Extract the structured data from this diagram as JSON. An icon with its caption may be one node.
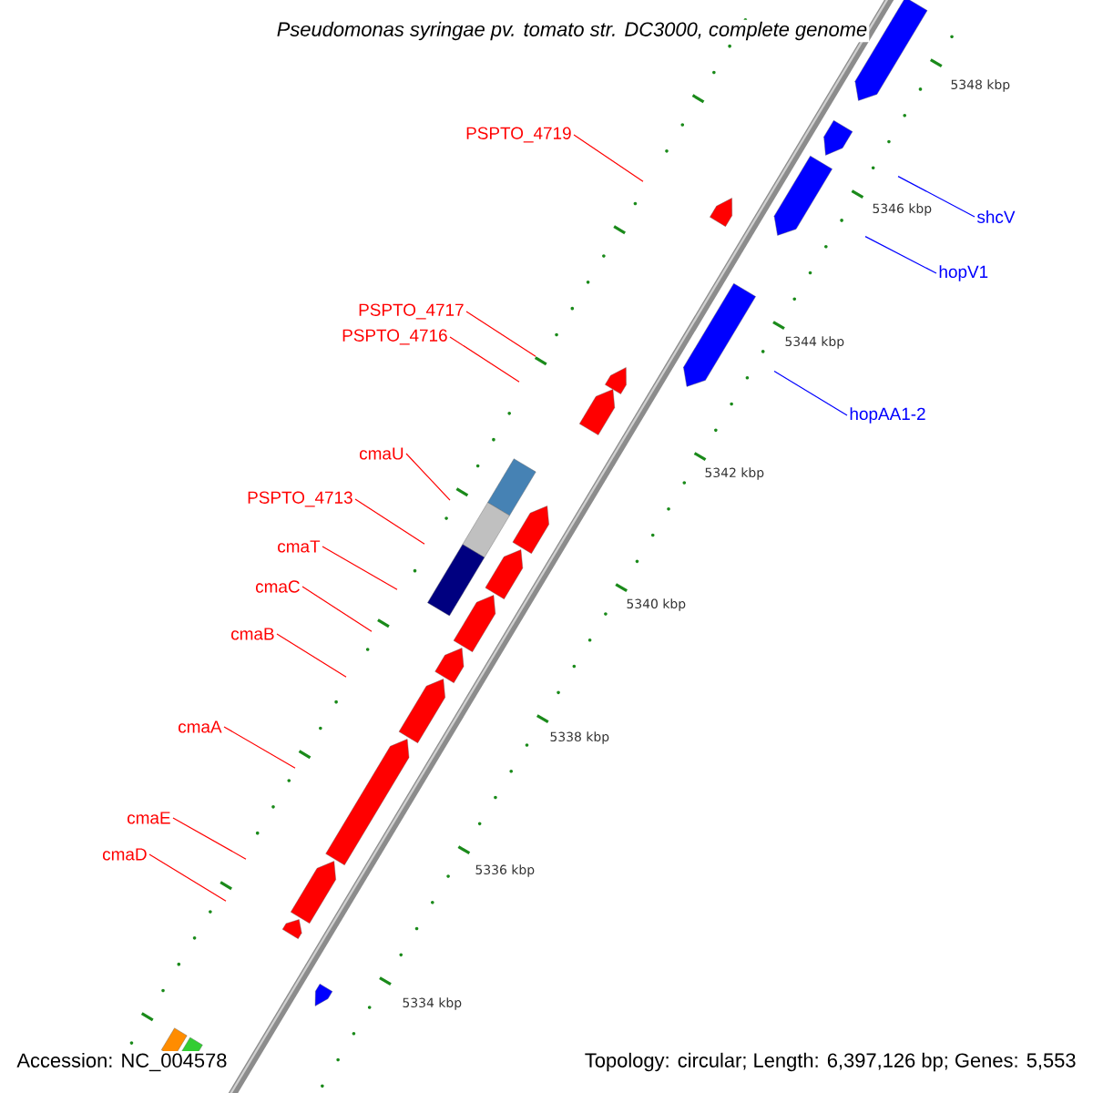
{
  "diagram": {
    "title": "Pseudomonas syringae pv. tomato str. DC3000, complete genome",
    "nodes": [
      {
        "text": [
          "PSPTO_4719"
        ]
      },
      {
        "text": [
          "shcV"
        ]
      },
      {
        "text": [
          "hopV1"
        ]
      },
      {
        "text": [
          "PSPTO_4717"
        ]
      },
      {
        "text": [
          "PSPTO_4716"
        ]
      },
      {
        "text": [
          "hopAA1-2"
        ]
      },
      {
        "text": [
          "cmaU"
        ]
      },
      {
        "text": [
          "PSPTO_4713"
        ]
      },
      {
        "text": [
          "cmaT"
        ]
      },
      {
        "text": [
          "cmaC"
        ]
      },
      {
        "text": [
          "cmaB"
        ]
      },
      {
        "text": [
          "cmaA"
        ]
      },
      {
        "text": [
          "cmaE"
        ]
      },
      {
        "text": [
          "cmaD"
        ]
      }
    ],
    "edges": [
      {
        "from": 0,
        "to": null,
        "arrow": "none"
      },
      {
        "from": 1,
        "to": null,
        "arrow": "none",
        "color": "#0000ff"
      },
      {
        "from": 2,
        "to": null,
        "arrow": "none",
        "color": "#0000ff"
      },
      {
        "from": 3,
        "to": null,
        "arrow": "none"
      },
      {
        "from": 4,
        "to": null,
        "arrow": "none"
      },
      {
        "from": 5,
        "to": null,
        "arrow": "none",
        "color": "#0000ff"
      },
      {
        "from": 6,
        "to": null,
        "arrow": "none"
      },
      {
        "from": 7,
        "to": null,
        "arrow": "none"
      },
      {
        "from": 8,
        "to": null,
        "arrow": "none"
      },
      {
        "from": 9,
        "to": null,
        "arrow": "none"
      },
      {
        "from": 10,
        "to": null,
        "arrow": "none"
      },
      {
        "from": 11,
        "to": null,
        "arrow": "none"
      },
      {
        "from": 12,
        "to": null,
        "arrow": "none"
      },
      {
        "from": 13,
        "to": null,
        "arrow": "none"
      }
    ],
    "labels": [
      "5348 kbp",
      "5346 kbp",
      "5344 kbp",
      "5342 kbp",
      "5340 kbp",
      "5338 kbp",
      "5336 kbp",
      "5334 kbp",
      "Accession: NC_004578",
      "Topology: circular; Length: 6,397,126 bp; Genes: 5,553"
    ]
  }
}
